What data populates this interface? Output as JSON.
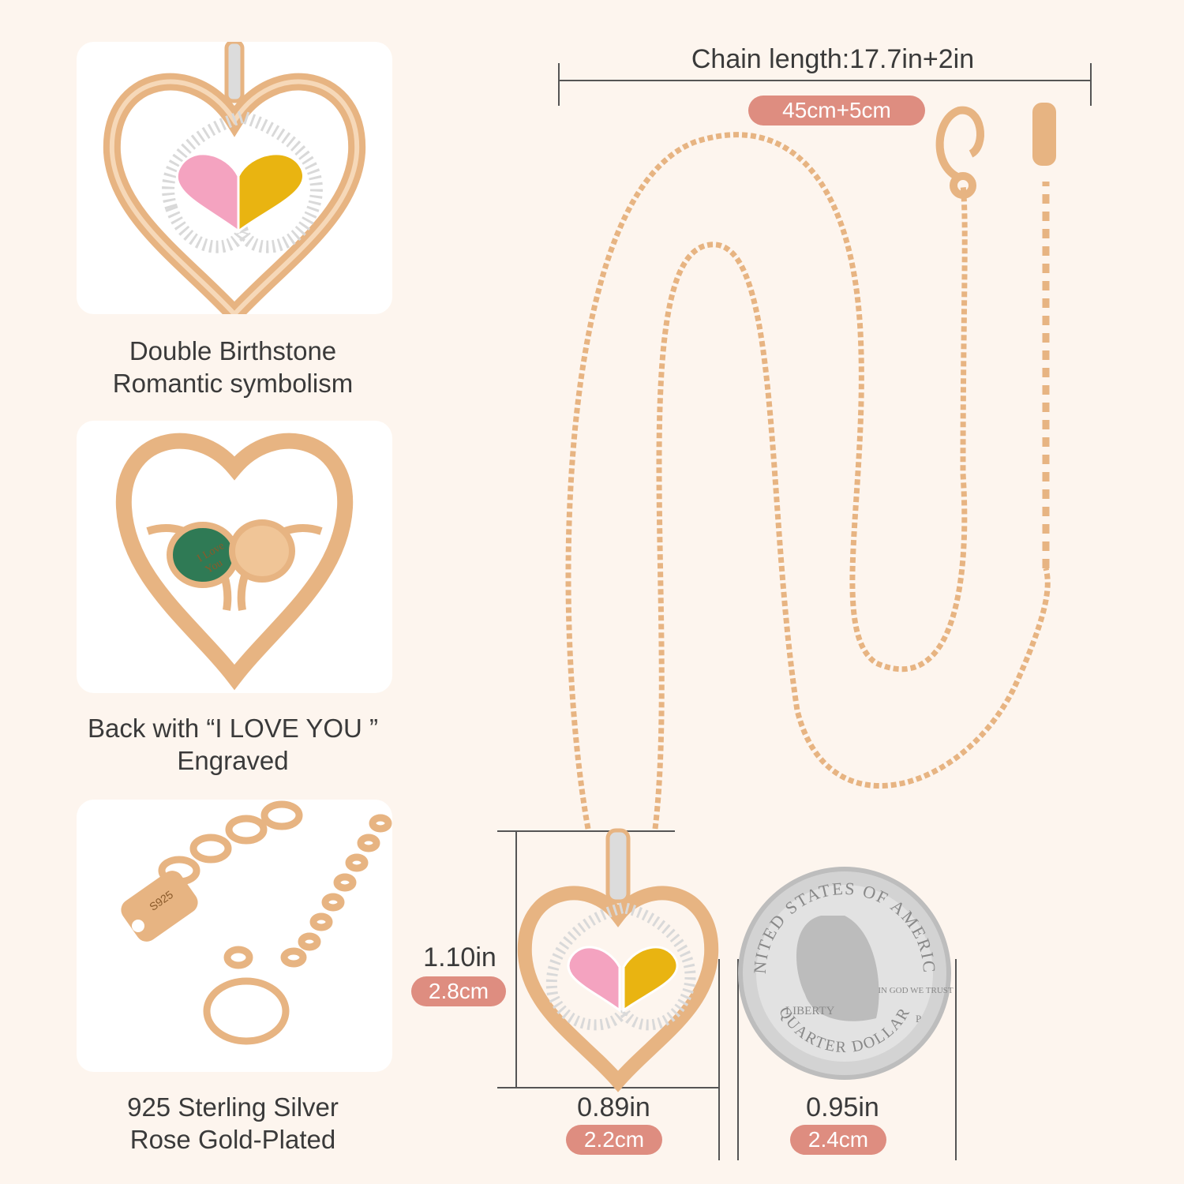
{
  "features": [
    {
      "line1": "Double Birthstone",
      "line2": "Romantic symbolism"
    },
    {
      "line1": "Back with “I LOVE YOU ”",
      "line2": "Engraved"
    },
    {
      "line1": "925 Sterling Silver",
      "line2": "Rose Gold-Plated"
    }
  ],
  "engraving": {
    "line1": "I Love",
    "line2": "You"
  },
  "stamp": "S925",
  "chain": {
    "length_label": "Chain length:17.7in+2in",
    "metric": "45cm+5cm"
  },
  "pendant": {
    "height_in": "1.10in",
    "height_cm": "2.8cm",
    "width_in": "0.89in",
    "width_cm": "2.2cm"
  },
  "coin": {
    "width_in": "0.95in",
    "width_cm": "2.4cm",
    "top_text": "UNITED STATES OF AMERICA",
    "bottom_text": "QUARTER DOLLAR",
    "motto": "IN GOD WE TRUST",
    "liberty": "LIBERTY",
    "mint": "P"
  },
  "colors": {
    "background": "#fdf5ee",
    "rose_gold": "#e7b482",
    "pill": "#de8d80",
    "pink_stone": "#f4a3c0",
    "yellow_stone": "#e9b411",
    "silver": "#d3d3d3"
  }
}
